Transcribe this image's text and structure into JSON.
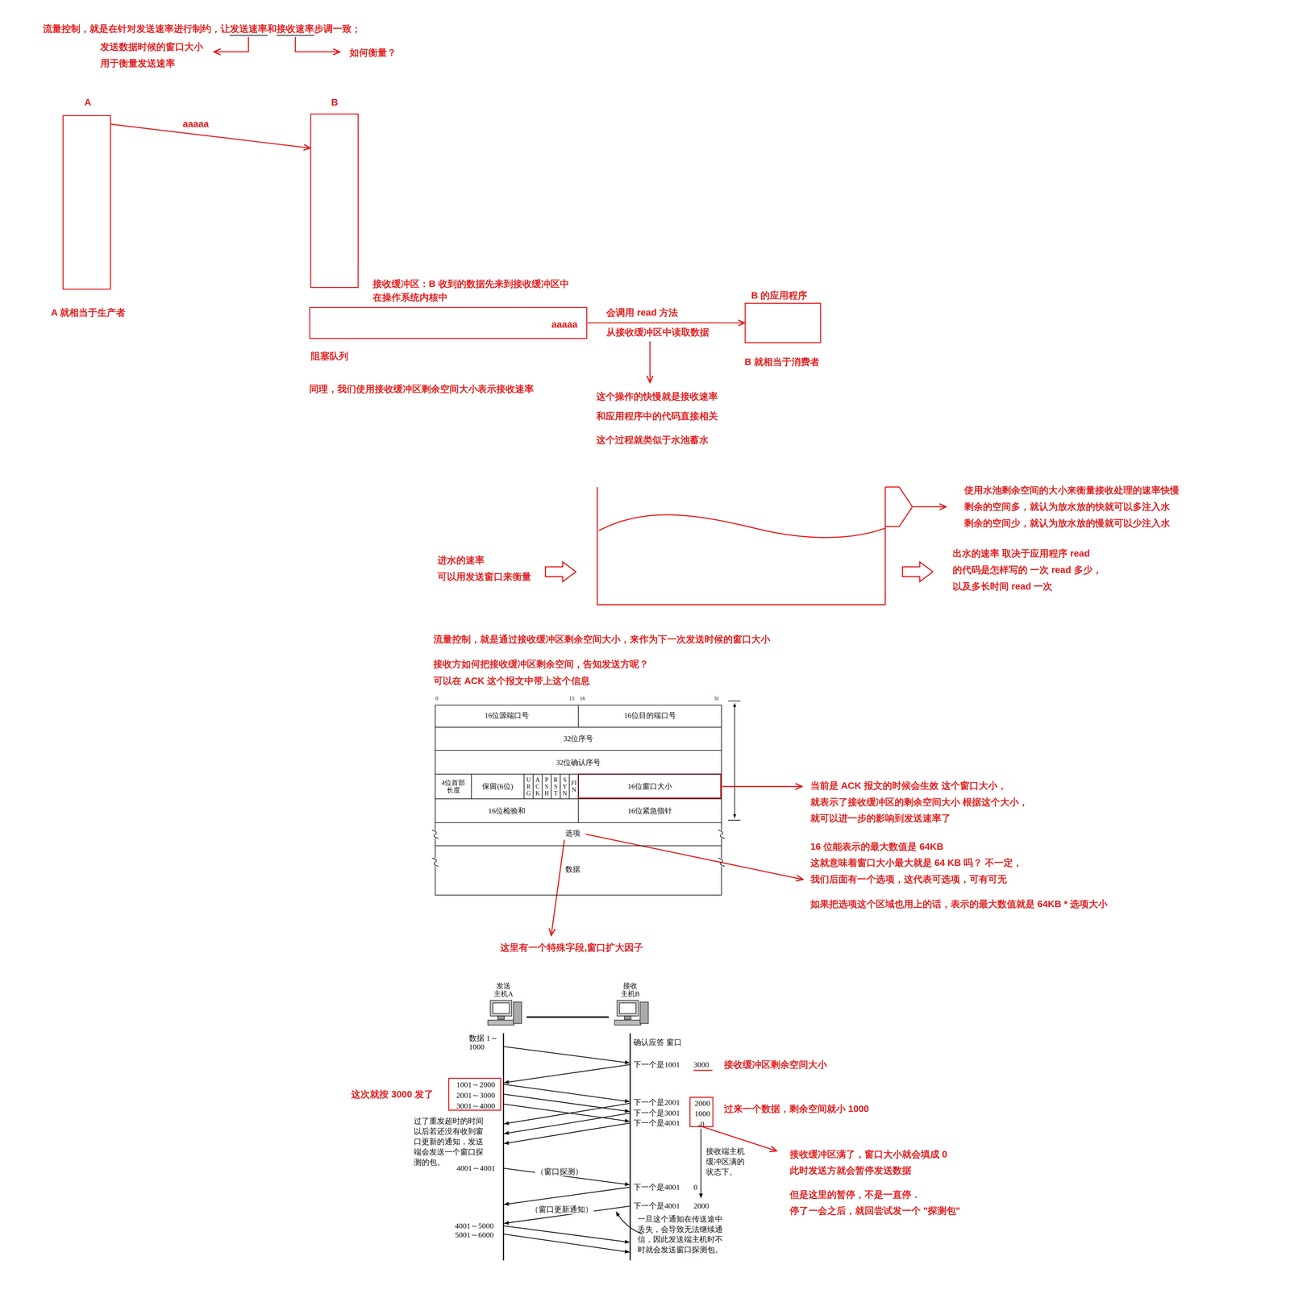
{
  "diagram": {
    "nodes": [
      {
        "text": [
          "A"
        ]
      },
      {
        "text": [
          "B"
        ]
      },
      {
        "text": [
          "aaaaa"
        ]
      },
      {
        "text": [
          "B 的应用程序"
        ]
      },
      {
        "text": [
          "发送 主机A"
        ]
      },
      {
        "text": [
          "接收 主机B"
        ]
      },
      {
        "text": [
          "1001～2000",
          "2001～3000",
          "3001～4000"
        ]
      },
      {
        "text": [
          "2000",
          "1000",
          "0"
        ]
      }
    ],
    "edges": [
      {
        "from": 0,
        "to": 1,
        "arrow": "to",
        "label": "aaaaa"
      },
      {
        "from": 2,
        "to": 3,
        "arrow": "to"
      },
      {
        "from": 4,
        "to": 5,
        "arrow": "none"
      }
    ],
    "labels": [
      "流量控制，就是在针对发送速率进行制约，让发送速率和接收速率步调一致；",
      "发送数据时候的窗口大小 用于衡量发送速率",
      "如何衡量？",
      "A 就相当于生产者",
      "接收缓冲区：B 收到的数据先来到接收缓冲区中 在操作系统内核中",
      "阻塞队列",
      "同理，我们使用接收缓冲区剩余空间大小表示接收速率",
      "会调用 read 方法",
      "从接收缓冲区中读取数据",
      "B 就相当于消费者",
      "这个操作的快慢就是接收速率 和应用程序中的代码直接相关",
      "这个过程就类似于水池蓄水",
      "使用水池剩余空间的大小来衡量接收处理的速率快慢 剩余的空间多，就认为放水放的快就可以多注入水 剩余的空间少，就认为放水放的慢就可以少注入水",
      "进水的速率 可以用发送窗口来衡量",
      "出水的速率 取决于应用程序 read 的代码是怎样写的 一次 read 多少，以及多长时间 read 一次",
      "流量控制，就是通过接收缓冲区剩余空间大小，来作为下一次发送时候的窗口大小",
      "接收方如何把接收缓冲区剩余空间，告知发送方呢？ 可以在 ACK 这个报文中带上这个信息",
      "0",
      "15",
      "16",
      "31",
      "16位源端口号",
      "16位目的端口号",
      "32位序号",
      "32位确认序号",
      "4位首部 长度",
      "保留(6位)",
      "URG",
      "ACK",
      "PSH",
      "RST",
      "SYN",
      "FIN",
      "16位窗口大小",
      "16位检验和",
      "16位紧急指针",
      "选项",
      "数据",
      "当前是 ACK 报文的时候会生效 这个窗口大小，就表示了接收缓冲区的剩余空间大小 根据这个大小，就可以进一步的影响到发送速率了",
      "16 位能表示的最大数值是 64KB 这就意味着窗口大小最大就是 64 KB 吗？ 不一定，我们后面有一个选项，这代表可选项，可有可无",
      "如果把选项这个区域也用上的话，表示的最大数值就是 64KB * 选项大小",
      "这里有一个特殊字段,窗口扩大因子",
      "数据 1～1000",
      "确认应答 窗口",
      "下一个是1001",
      "3000",
      "接收缓冲区剩余空间大小",
      "这次就按 3000 发了",
      "下一个是2001",
      "下一个是3001",
      "下一个是4001",
      "过来一个数据，剩余空间就小 1000",
      "过了重发超时的时间 以后若还没有收到窗 口更新的通知，发送 端会发送一个窗口探 测的包。",
      "接收端主机 缓冲区满的 状态下。",
      "4001～4001",
      "（窗口探测）",
      "下一个是4001",
      "0",
      "下一个是4001",
      "2000",
      "（窗口更新通知）",
      "4001～5000",
      "5001～6000",
      "一旦这个通知在传送途中 丢失，会导致无法继续通 信，因此发送端主机时不 时就会发送窗口探测包。",
      "接收缓冲区满了，窗口大小就会填成 0 此时发送方就会暂停发送数据",
      "但是这里的暂停，不是一直停． 停了一会之后，就回尝试发一个 \"探测包\""
    ]
  }
}
